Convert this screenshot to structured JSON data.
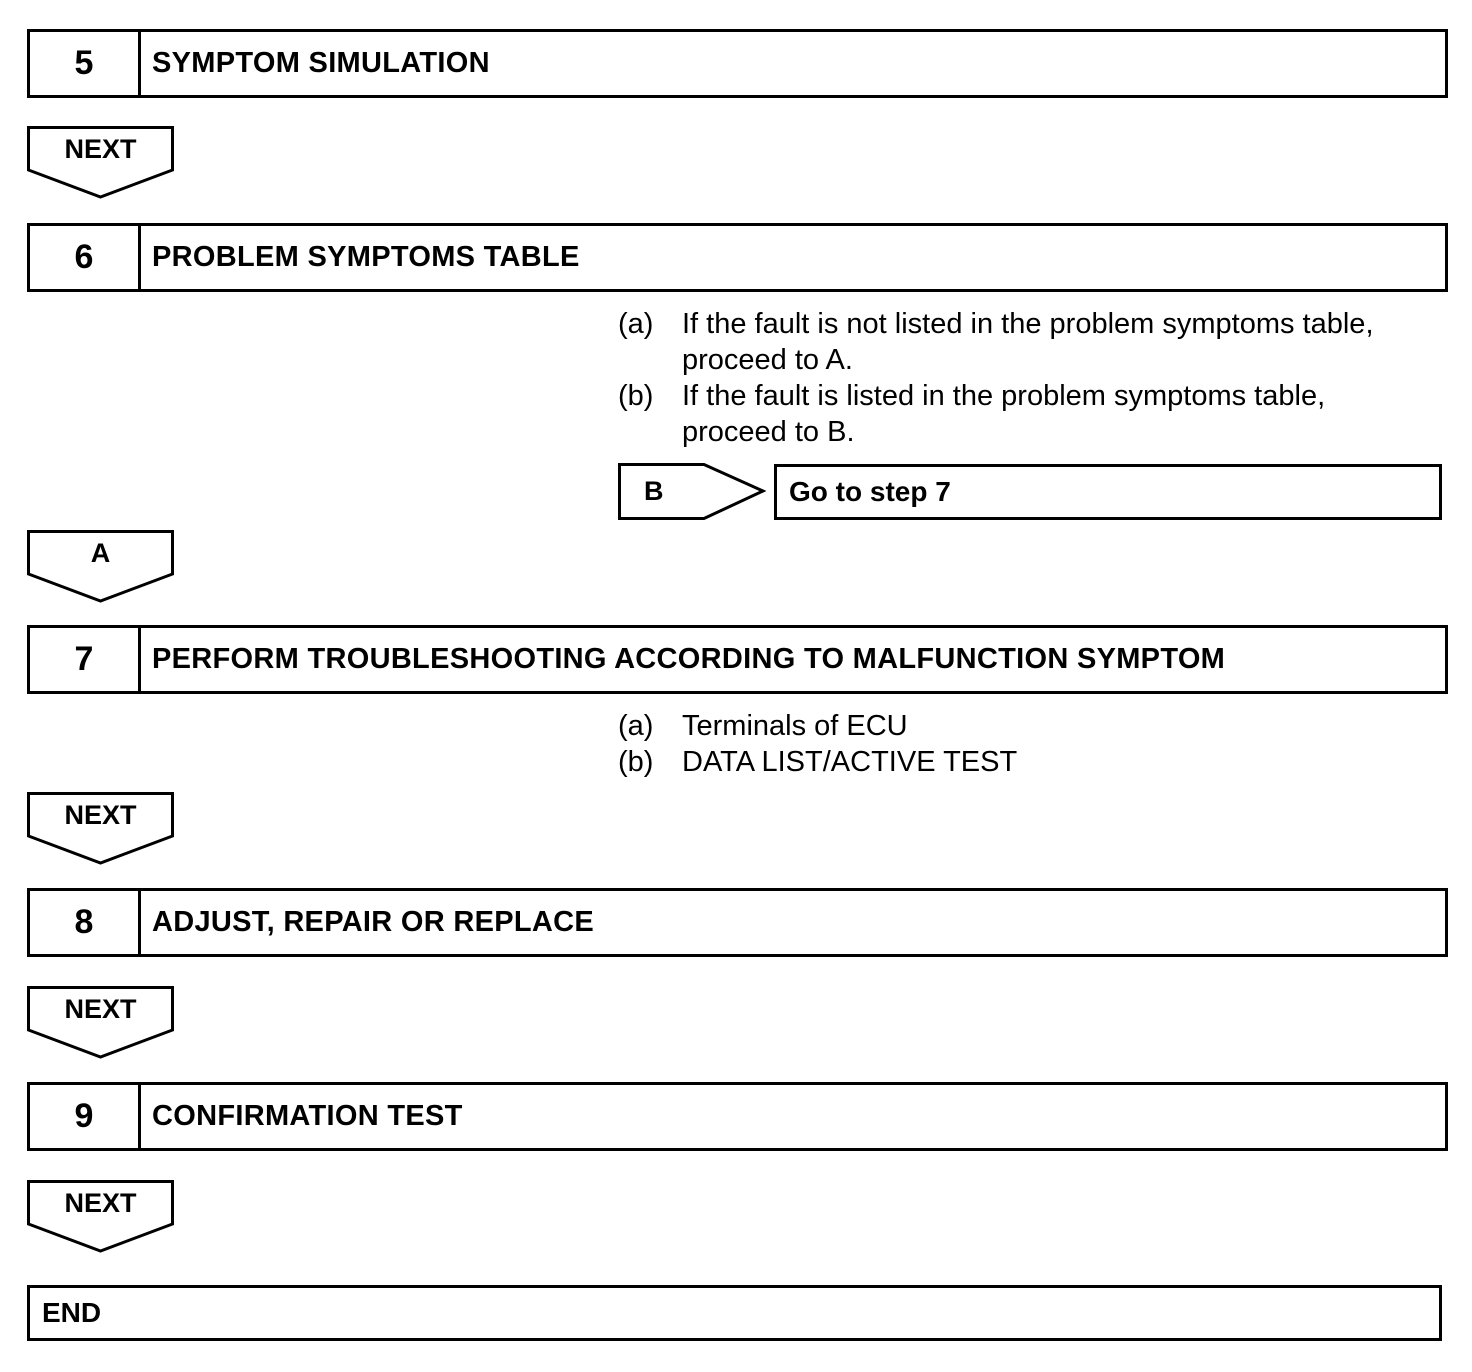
{
  "steps": [
    {
      "number": "5",
      "title": "SYMPTOM SIMULATION"
    },
    {
      "number": "6",
      "title": "PROBLEM SYMPTOMS TABLE"
    },
    {
      "number": "7",
      "title": "PERFORM TROUBLESHOOTING ACCORDING TO MALFUNCTION SYMPTOM"
    },
    {
      "number": "8",
      "title": "ADJUST, REPAIR OR REPLACE"
    },
    {
      "number": "9",
      "title": "CONFIRMATION TEST"
    }
  ],
  "arrows": {
    "after_step_5": "NEXT",
    "after_step_6": "A",
    "after_step_7": "NEXT",
    "after_step_8": "NEXT",
    "after_step_9": "NEXT"
  },
  "step6_notes": [
    {
      "tag": "(a)",
      "line1": "If the fault is not listed in the problem symptoms table,",
      "line2": "proceed to A."
    },
    {
      "tag": "(b)",
      "line1": "If the fault is listed in the problem symptoms table,",
      "line2": "proceed to B."
    }
  ],
  "branch": {
    "label": "B",
    "target": "Go to step 7"
  },
  "step7_notes": [
    {
      "tag": "(a)",
      "text": "Terminals of ECU"
    },
    {
      "tag": "(b)",
      "text": "DATA LIST/ACTIVE TEST"
    }
  ],
  "end_label": "END",
  "colors": {
    "line": "#000000",
    "background": "#ffffff"
  }
}
